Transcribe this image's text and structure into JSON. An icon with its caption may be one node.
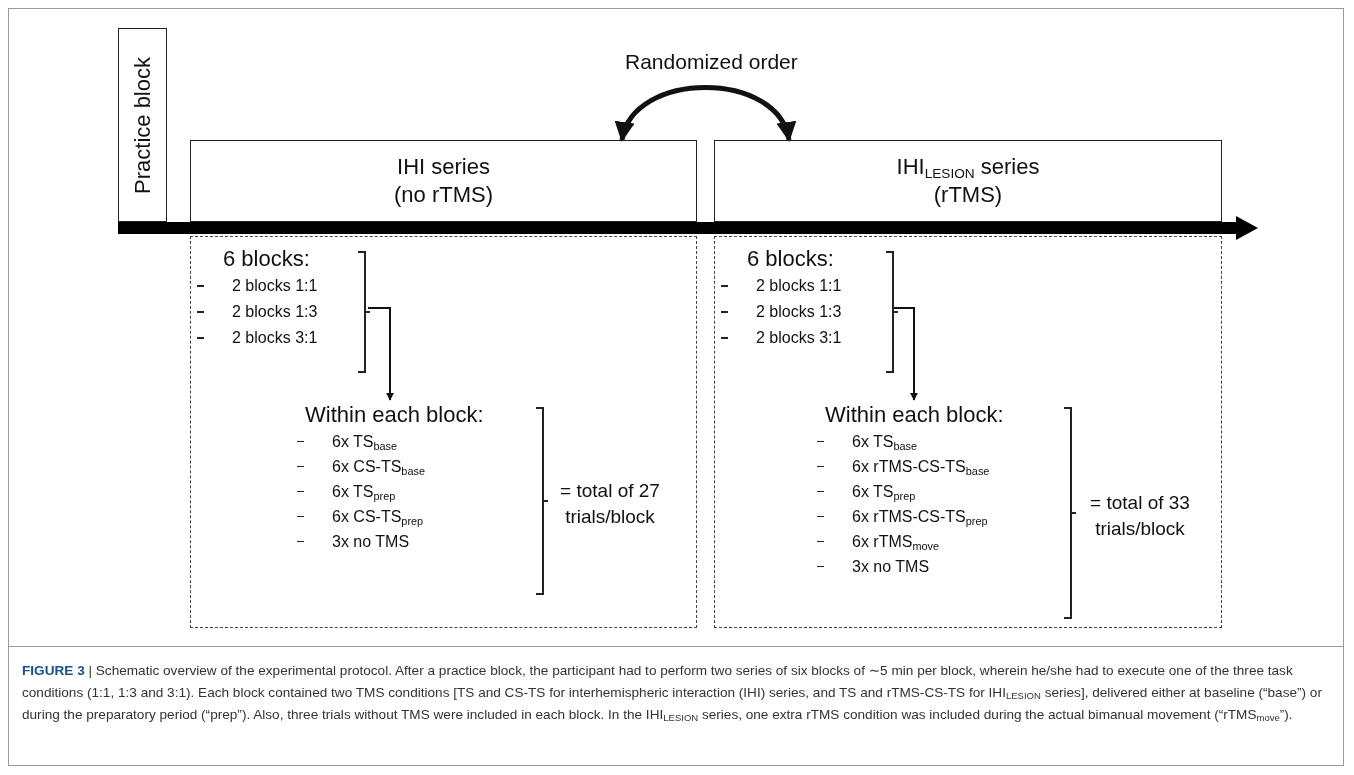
{
  "diagram": {
    "caption": "**FIGURE 3** | Schematic overview of the experimental protocol. After a practice block, the participant had to perform two series of six blocks of ∼5 min per block, wherein he/she had to execute one of the three task conditions (1:1, 1:3 and 3:1). Each block contained two TMS conditions [TS and CS-TS for interhemispheric interaction (IHI) series, and TS and rTMS-CS-TS for IHI$_{LESION}$ series], delivered either at baseline (“base”) or during the preparatory period (“prep”). Also, three trials without TMS were included in each block. In the IHI$_{LESION}$ series, one extra rTMS condition was included during the actual bimanual movement (“rTMS$_{move}$”).",
    "nodes": [
      {
        "text": [
          "Practice block"
        ]
      },
      {
        "text": [
          "IHI series",
          "(no rTMS)"
        ]
      },
      {
        "text": [
          "IHI$_{LESION}$ series",
          "(rTMS)"
        ]
      },
      {
        "text": [],
        "shape": "box"
      },
      {
        "text": [
          "6 blocks:",
          "2 blocks 1:1",
          "2 blocks 1:3",
          "2 blocks 3:1"
        ],
        "in": 3
      },
      {
        "text": [
          "Within each block:",
          "6x TS$_{base}$",
          "6x CS-TS$_{base}$",
          "6x TS$_{prep}$",
          "6x CS-TS$_{prep}$",
          "3x no TMS"
        ],
        "in": 3,
        "beside": [
          "= total of 27 trials/block"
        ]
      },
      {
        "text": [],
        "shape": "box"
      },
      {
        "text": [
          "6 blocks:",
          "2 blocks 1:1",
          "2 blocks 1:3",
          "2 blocks 3:1"
        ],
        "in": 6
      },
      {
        "text": [
          "Within each block:",
          "6x TS$_{base}$",
          "6x rTMS-CS-TS$_{base}$",
          "6x TS$_{prep}$",
          "6x rTMS-CS-TS$_{prep}$",
          "6x rTMS$_{move}$",
          "3x no TMS"
        ],
        "in": 6,
        "beside": [
          "= total of 33 trials/block"
        ]
      }
    ],
    "edges": [
      {
        "from": 1,
        "to": 2,
        "arrow": "both",
        "label": "Randomized order",
        "style": "thick"
      },
      {
        "from": 4,
        "to": 5,
        "arrow": "to"
      },
      {
        "from": 7,
        "to": 8,
        "arrow": "to"
      }
    ]
  }
}
